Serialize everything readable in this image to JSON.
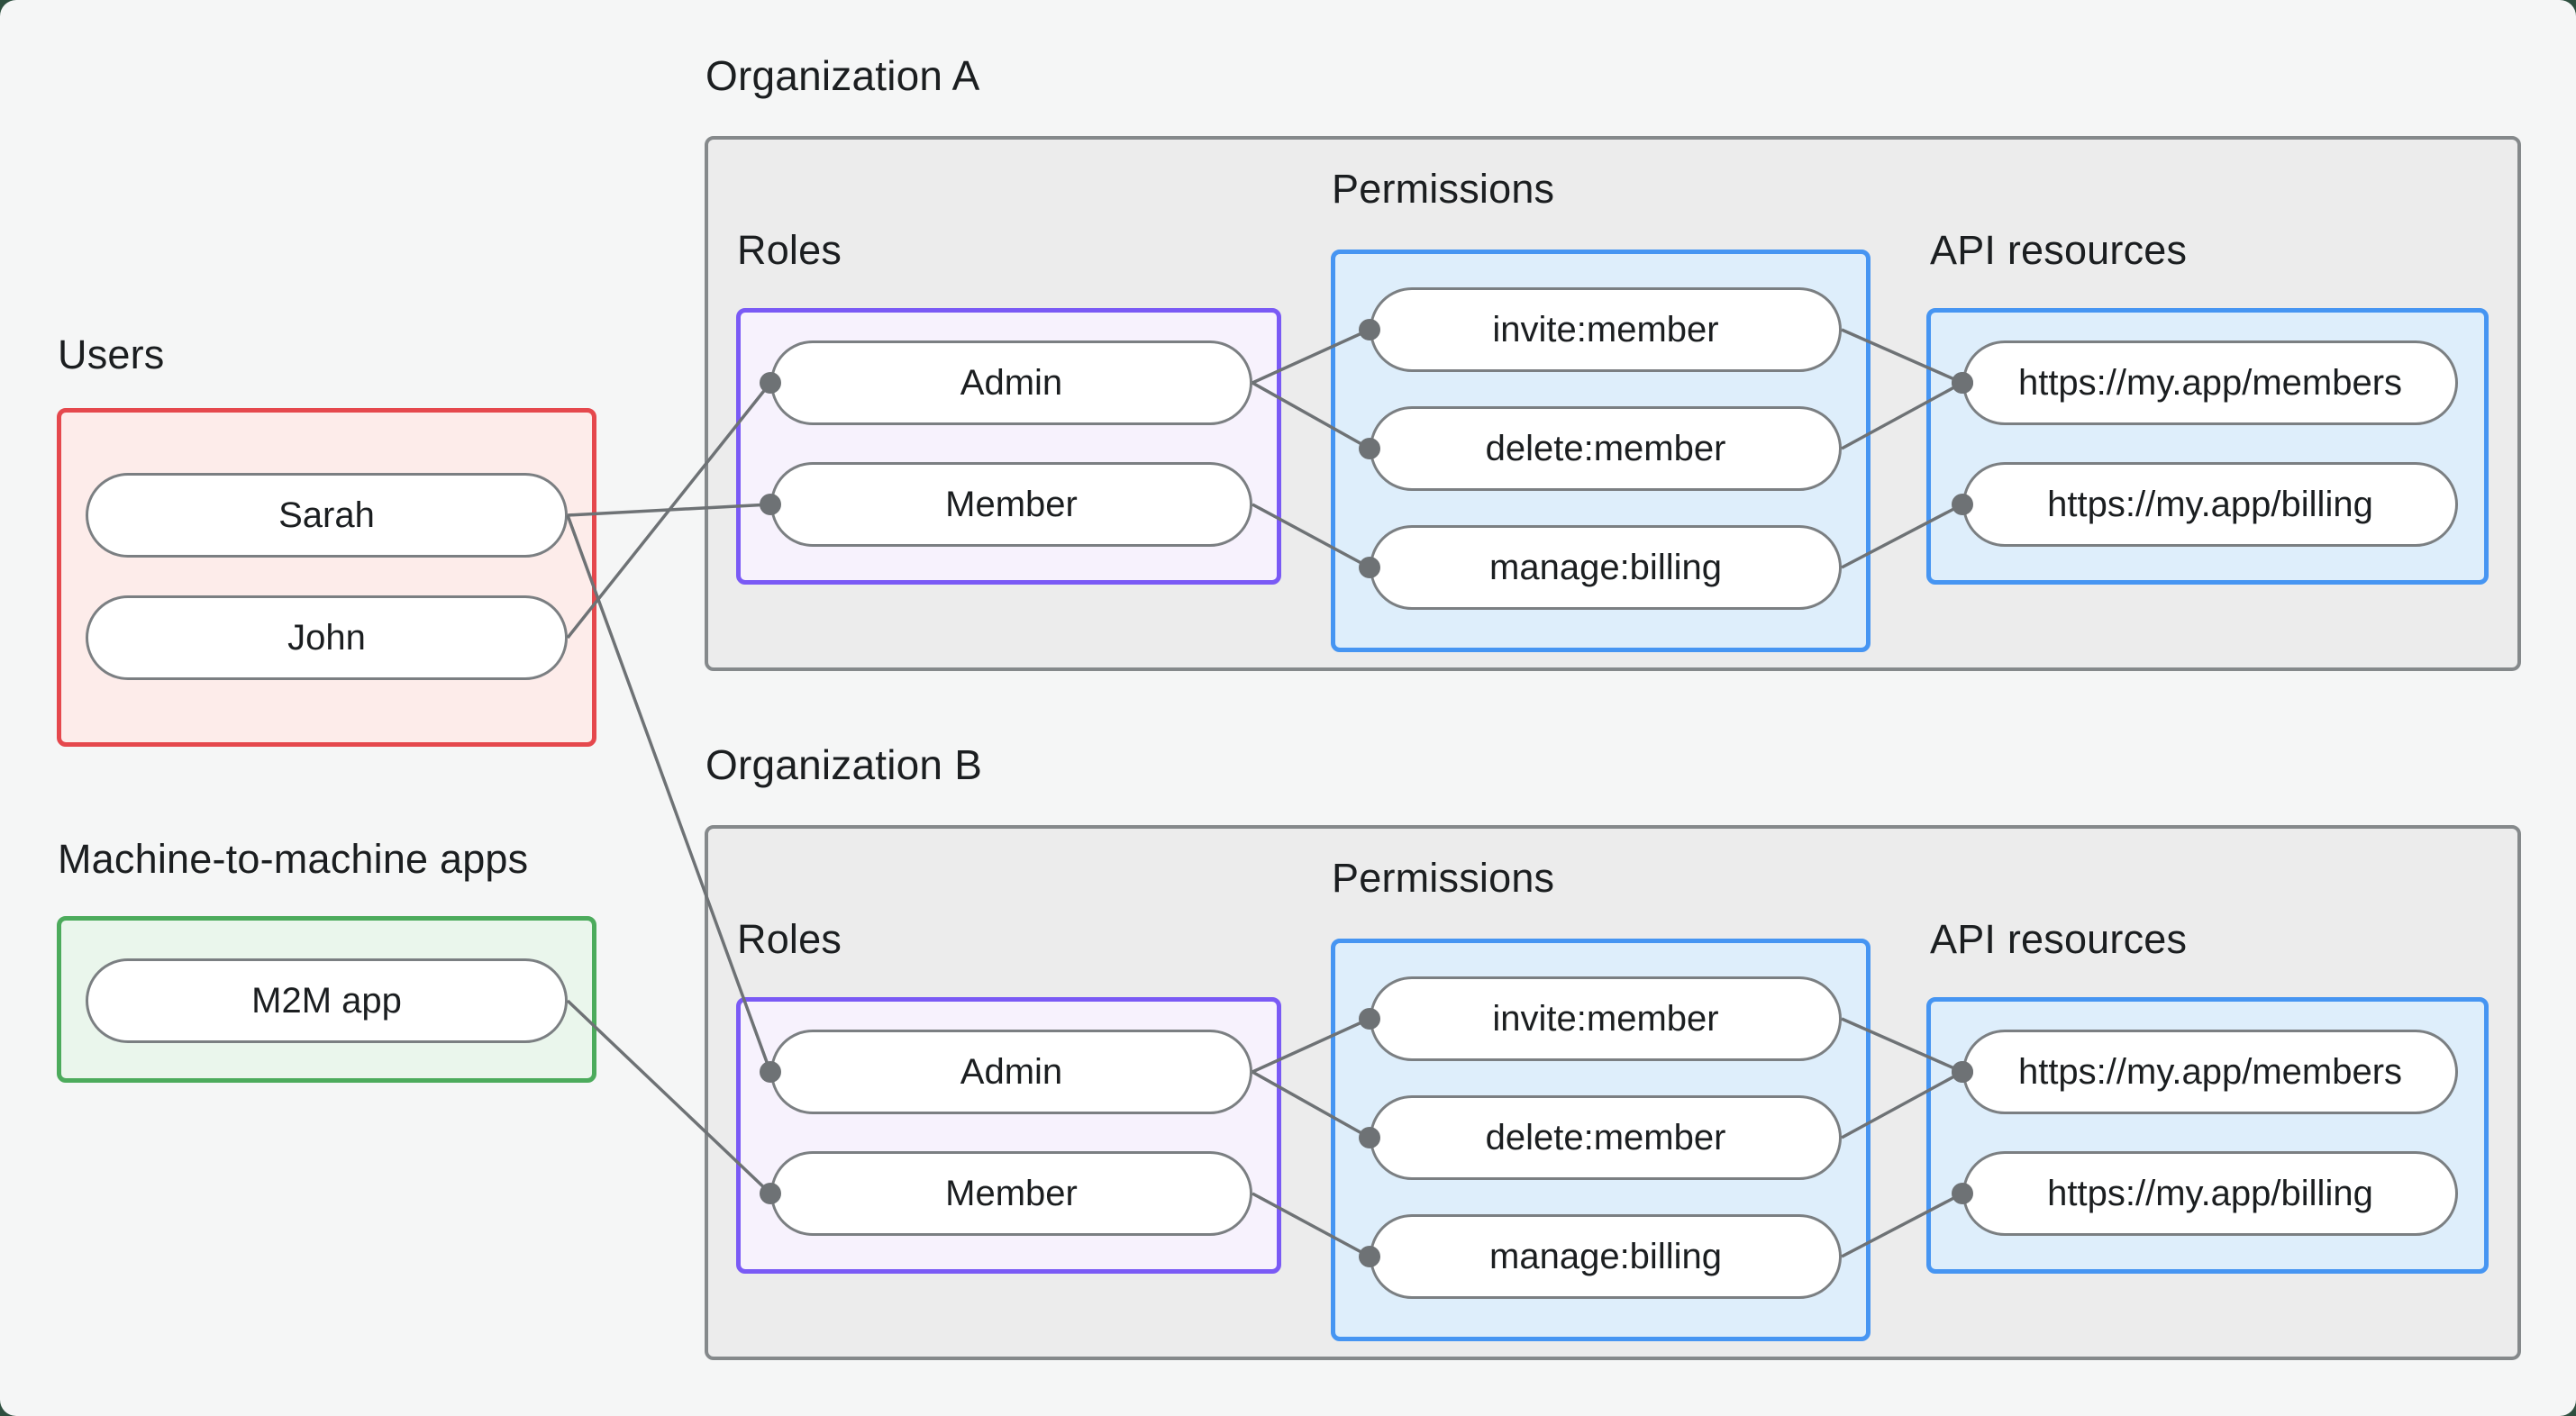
{
  "colors": {
    "outside_bg": "#2e4f3f",
    "canvas_bg": "#f5f6f6",
    "org_box_bg": "#ececec",
    "org_box_border": "#85898b",
    "users_box_bg": "#fdecea",
    "users_box_border": "#e5484d",
    "m2m_box_bg": "#eaf6ec",
    "m2m_box_border": "#4cab5c",
    "roles_box_bg": "#f7f2fd",
    "roles_box_border": "#7a5af5",
    "blue_box_bg": "#deeefb",
    "blue_box_border": "#4695f2",
    "pill_bg": "#ffffff",
    "pill_border": "#7b7f82",
    "edge": "#6e7275",
    "text": "#1b1e20"
  },
  "users": {
    "label": "Users",
    "items": [
      "Sarah",
      "John"
    ]
  },
  "m2m": {
    "label": "Machine-to-machine apps",
    "items": [
      "M2M app"
    ]
  },
  "org_a": {
    "title": "Organization A",
    "roles_label": "Roles",
    "permissions_label": "Permissions",
    "api_label": "API resources",
    "roles": [
      "Admin",
      "Member"
    ],
    "permissions": [
      "invite:member",
      "delete:member",
      "manage:billing"
    ],
    "api_resources": [
      "https://my.app/members",
      "https://my.app/billing"
    ]
  },
  "org_b": {
    "title": "Organization B",
    "roles_label": "Roles",
    "permissions_label": "Permissions",
    "api_label": "API resources",
    "roles": [
      "Admin",
      "Member"
    ],
    "permissions": [
      "invite:member",
      "delete:member",
      "manage:billing"
    ],
    "api_resources": [
      "https://my.app/members",
      "https://my.app/billing"
    ]
  },
  "edges": [
    {
      "from": "sarah",
      "to": "orgA_member"
    },
    {
      "from": "john",
      "to": "orgA_admin"
    },
    {
      "from": "sarah",
      "to": "orgB_admin"
    },
    {
      "from": "m2m",
      "to": "orgB_member"
    },
    {
      "from": "orgA_admin",
      "to": "orgA_invite"
    },
    {
      "from": "orgA_admin",
      "to": "orgA_delete"
    },
    {
      "from": "orgA_member",
      "to": "orgA_manage"
    },
    {
      "from": "orgA_invite",
      "to": "orgA_members"
    },
    {
      "from": "orgA_delete",
      "to": "orgA_members"
    },
    {
      "from": "orgA_manage",
      "to": "orgA_billing"
    },
    {
      "from": "orgB_admin",
      "to": "orgB_invite"
    },
    {
      "from": "orgB_admin",
      "to": "orgB_delete"
    },
    {
      "from": "orgB_member",
      "to": "orgB_manage"
    },
    {
      "from": "orgB_invite",
      "to": "orgB_members"
    },
    {
      "from": "orgB_delete",
      "to": "orgB_members"
    },
    {
      "from": "orgB_manage",
      "to": "orgB_billing"
    }
  ]
}
